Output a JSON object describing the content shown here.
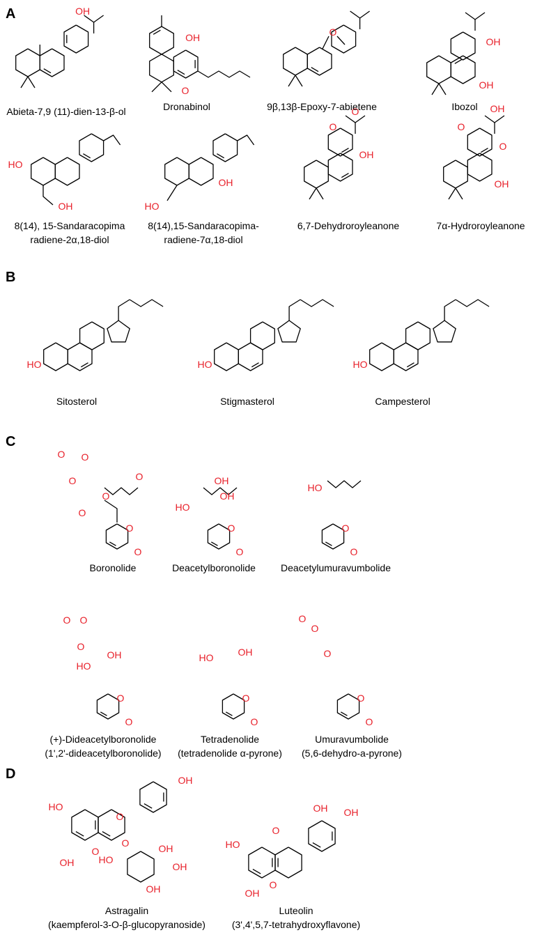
{
  "colors": {
    "bond": "#000000",
    "hetero": "#e8202a",
    "label": "#000000"
  },
  "panels": {
    "A": {
      "letter": "A",
      "names": [
        "Abieta-7,9 (11)-dien-13-β-ol",
        "Dronabinol",
        "9β,13β-Epoxy-7-abietene",
        "Ibozol"
      ],
      "names2": [
        [
          "8(14), 15-Sandaracopima",
          "radiene-2α,18-diol"
        ],
        [
          "8(14),15-Sandaracopima-",
          "radiene-7α,18-diol"
        ],
        [
          "6,7-Dehydroroyleanone"
        ],
        [
          "7α-Hydroroyleanone"
        ]
      ]
    },
    "B": {
      "letter": "B",
      "names": [
        "Sitosterol",
        "Stigmasterol",
        "Campesterol"
      ]
    },
    "C": {
      "letter": "C",
      "names": [
        "Boronolide",
        "Deacetylboronolide",
        "Deacetylumuravumbolide"
      ],
      "names2": [
        [
          "(+)-Dideacetylboronolide",
          "(1',2'-dideacetylboronolide)"
        ],
        [
          "Tetradenolide",
          "(tetradenolide α-pyrone)"
        ],
        [
          "Umuravumbolide",
          "(5,6-dehydro-a-pyrone)"
        ]
      ]
    },
    "D": {
      "letter": "D",
      "names": [
        [
          "Astragalin",
          "(kaempferol-3-O-β-glucopyranoside)"
        ],
        [
          "Luteolin",
          "(3',4',5,7-tetrahydroxyflavone)"
        ]
      ]
    }
  },
  "atoms": {
    "OH": "OH",
    "HO": "HO",
    "O": "O"
  }
}
